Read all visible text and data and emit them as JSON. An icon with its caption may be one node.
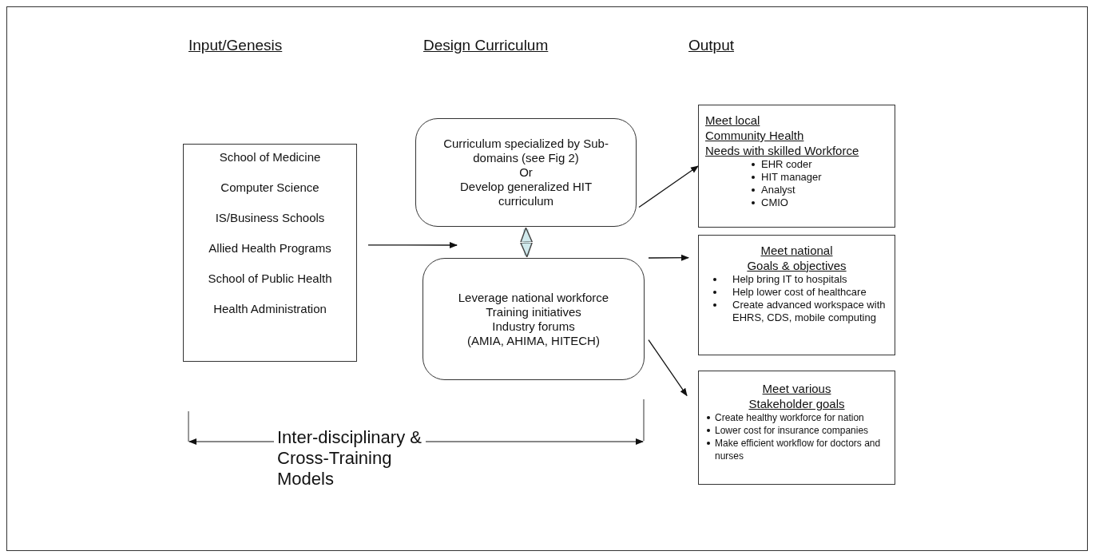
{
  "diagram": {
    "nodes": [
      {
        "text": [
          "School of Medicine",
          "Computer Science",
          "IS/Business Schools",
          "Allied Health Programs",
          "School of Public Health",
          "Health Administration"
        ]
      },
      {
        "text": [
          "Curriculum specialized by Sub-domains (see Fig 2)",
          "Or",
          "Develop generalized HIT curriculum"
        ]
      },
      {
        "text": [
          "Leverage national workforce",
          "Training initiatives",
          "Industry forums",
          "(AMIA, AHIMA, HITECH)"
        ]
      },
      {
        "text": [
          "Meet local",
          "Community Health",
          "Needs with skilled Workforce",
          "EHR coder",
          "HIT manager",
          "Analyst",
          "CMIO"
        ]
      },
      {
        "text": [
          "Meet national",
          "Goals & objectives",
          "Help bring IT to hospitals",
          "Help lower cost of healthcare",
          "Create advanced workspace with EHRS, CDS, mobile computing"
        ]
      },
      {
        "text": [
          "Meet various",
          "Stakeholder goals",
          "Create healthy workforce for nation",
          "Lower cost for insurance companies",
          "Make efficient workflow for doctors and nurses"
        ]
      }
    ],
    "edges": [
      {
        "from": 0,
        "to": 2,
        "arrow": "to"
      },
      {
        "from": 1,
        "to": 2,
        "arrow": "both",
        "style": "thick",
        "color": "#cfe9ec"
      },
      {
        "from": 1,
        "to": 3,
        "arrow": "to"
      },
      {
        "from": 2,
        "to": 4,
        "arrow": "to"
      },
      {
        "from": 2,
        "to": 5,
        "arrow": "to"
      }
    ],
    "labels": [
      "Input/Genesis",
      "Design Curriculum",
      "Output",
      "Inter-disciplinary & Cross-Training Models"
    ]
  }
}
